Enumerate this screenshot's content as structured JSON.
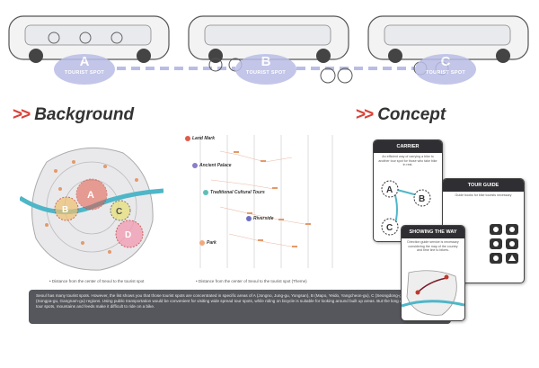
{
  "top": {
    "spots": [
      {
        "letter": "A",
        "label": "TOURIST SPOT"
      },
      {
        "letter": "B",
        "label": "TOURIST SPOT"
      },
      {
        "letter": "C",
        "label": "TOURIST SPOT"
      }
    ]
  },
  "background": {
    "heading": "Background",
    "map_caption": "Distance from the center of Seoul to the tourist spot",
    "map_markers": [
      "A",
      "B",
      "C",
      "D"
    ],
    "chart_caption": "Distance from the center of Seoul to the tourist spot (Theme)",
    "categories": [
      {
        "label": "Land Mark",
        "color": "#e25a4a"
      },
      {
        "label": "Ancient Palace",
        "color": "#8a7fc7"
      },
      {
        "label": "Traditional Cultural Tours",
        "color": "#5fbfb6"
      },
      {
        "label": "Riverside",
        "color": "#6a6fc2"
      },
      {
        "label": "Park",
        "color": "#f0a880"
      }
    ],
    "description": "Seoul has many tourist spots. However, the list shows you that those tourist spots are concentrated in specific areas of A (Jongno, Jung-gu, Yongsan), B (Mapo, Yeido, Yangcheon-gu), C (Seongdong-gu,Gwangjin-gu), D (Songpa-gu, Gangnam-gu) regions. Using public transportation would be convenient for visiting wide spread tour spots, while riding on bicycle is suitable for looking around built up areas. But the long distance between each tour spots, mountains and feeds make it difficult to ride on a bike."
  },
  "concept": {
    "heading": "Concept",
    "cards": {
      "carrier": {
        "title": "CARRIER",
        "text": "An efficient way of carrying a bike to another tour spot for those who take bike in rest.",
        "markers": [
          "A",
          "B",
          "C"
        ]
      },
      "tour_guide": {
        "title": "TOUR GUIDE",
        "text": "Guide books for bike tourists necessary"
      },
      "showing_the_way": {
        "title": "SHOWING THE WAY",
        "text": "Direction guide service is necessary considering the map of the country and time line to bikers."
      }
    }
  },
  "colors": {
    "accent": "#d8433a",
    "spot": "#b9bde6",
    "river": "#4fb6c8",
    "panel": "#55575c"
  }
}
